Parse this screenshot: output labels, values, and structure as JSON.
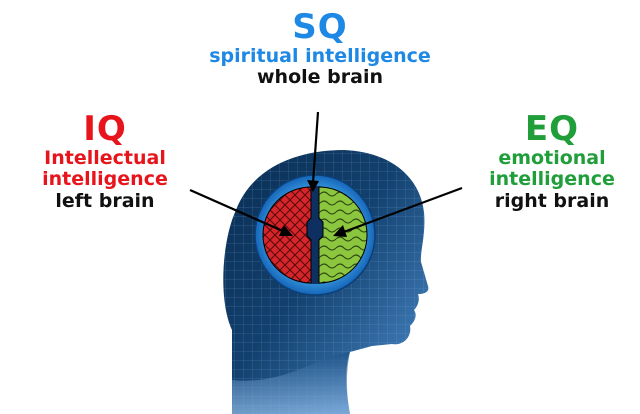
{
  "sq": {
    "abbr": "SQ",
    "name": "spiritual intelligence",
    "region": "whole brain",
    "color": "#1e88e5"
  },
  "iq": {
    "abbr": "IQ",
    "name_line1": "Intellectual",
    "name_line2": "intelligence",
    "region": "left brain",
    "color": "#e8141c"
  },
  "eq": {
    "abbr": "EQ",
    "name_line1": "emotional",
    "name_line2": "intelligence",
    "region": "right brain",
    "color": "#1f9e3a"
  },
  "icons": [
    "head-silhouette-icon",
    "brain-icon"
  ]
}
